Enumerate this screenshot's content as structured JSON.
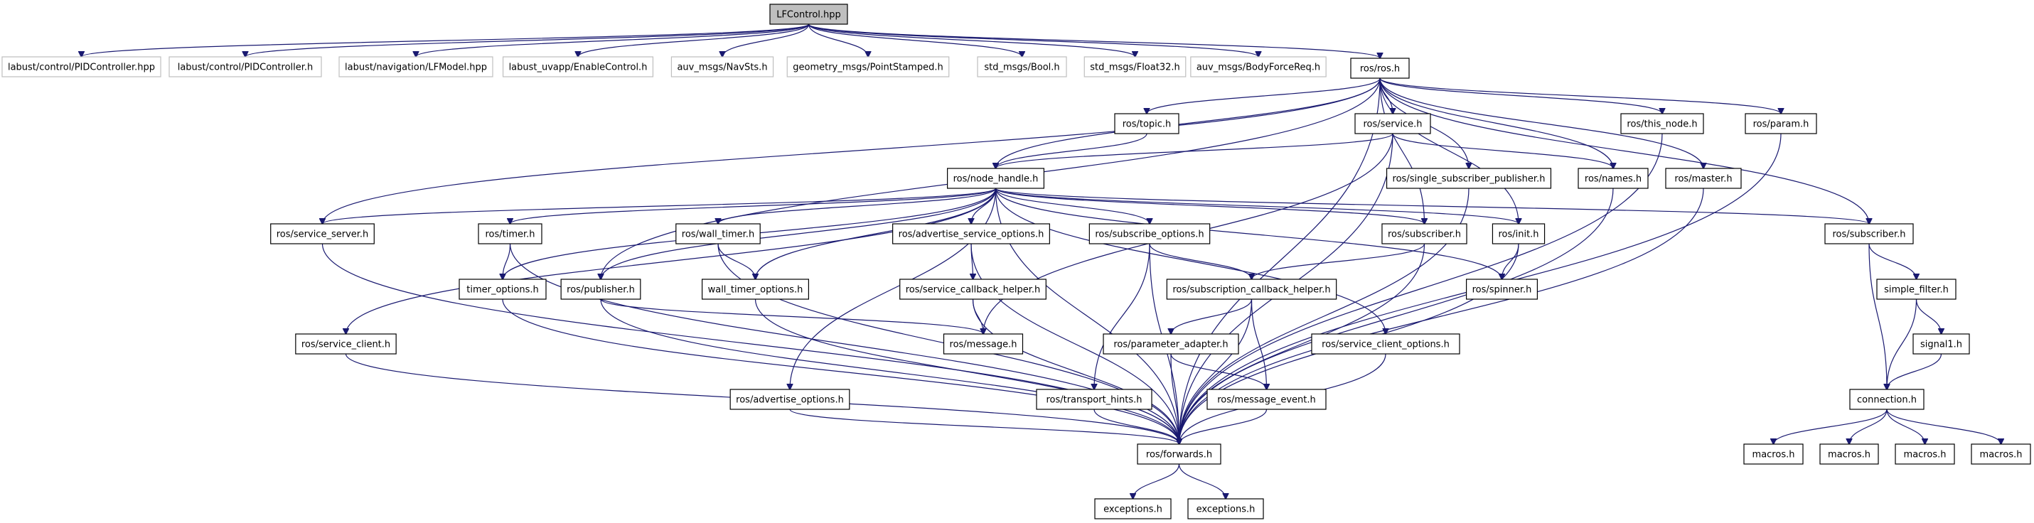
{
  "title": "LFControl.hpp include dependency graph",
  "colors": {
    "edge": "#191970",
    "root_fill": "#bfbfbf",
    "external_border": "#bfbfbf",
    "node_border": "#000000"
  },
  "nodes": [
    {
      "id": "lfcontrol",
      "label": "LFControl.hpp",
      "kind": "root"
    },
    {
      "id": "pidhpp",
      "label": "labust/control/PIDController.hpp",
      "kind": "ext"
    },
    {
      "id": "pidh",
      "label": "labust/control/PIDController.h",
      "kind": "ext"
    },
    {
      "id": "lfmodel",
      "label": "labust/navigation/LFModel.hpp",
      "kind": "ext"
    },
    {
      "id": "enablecontrol",
      "label": "labust_uvapp/EnableControl.h",
      "kind": "ext"
    },
    {
      "id": "navsts",
      "label": "auv_msgs/NavSts.h",
      "kind": "ext"
    },
    {
      "id": "pointstamped",
      "label": "geometry_msgs/PointStamped.h",
      "kind": "ext"
    },
    {
      "id": "bool",
      "label": "std_msgs/Bool.h",
      "kind": "ext"
    },
    {
      "id": "float32",
      "label": "std_msgs/Float32.h",
      "kind": "ext"
    },
    {
      "id": "bodyforcereq",
      "label": "auv_msgs/BodyForceReq.h",
      "kind": "ext"
    },
    {
      "id": "ros",
      "label": "ros/ros.h",
      "kind": "node"
    },
    {
      "id": "topic",
      "label": "ros/topic.h",
      "kind": "node"
    },
    {
      "id": "service",
      "label": "ros/service.h",
      "kind": "node"
    },
    {
      "id": "this_node",
      "label": "ros/this_node.h",
      "kind": "node"
    },
    {
      "id": "param",
      "label": "ros/param.h",
      "kind": "node"
    },
    {
      "id": "node_handle",
      "label": "ros/node_handle.h",
      "kind": "node"
    },
    {
      "id": "single_sub_pub",
      "label": "ros/single_subscriber_publisher.h",
      "kind": "node"
    },
    {
      "id": "names",
      "label": "ros/names.h",
      "kind": "node"
    },
    {
      "id": "master",
      "label": "ros/master.h",
      "kind": "node"
    },
    {
      "id": "service_server",
      "label": "ros/service_server.h",
      "kind": "node"
    },
    {
      "id": "timer",
      "label": "ros/timer.h",
      "kind": "node"
    },
    {
      "id": "wall_timer",
      "label": "ros/wall_timer.h",
      "kind": "node"
    },
    {
      "id": "adv_srv_opts",
      "label": "ros/advertise_service_options.h",
      "kind": "node"
    },
    {
      "id": "sub_opts",
      "label": "ros/subscribe_options.h",
      "kind": "node"
    },
    {
      "id": "ros_subscriber",
      "label": "ros/subscriber.h",
      "kind": "node"
    },
    {
      "id": "init",
      "label": "ros/init.h",
      "kind": "node"
    },
    {
      "id": "mf_subscriber",
      "label": "ros/subscriber.h",
      "kind": "node"
    },
    {
      "id": "timer_options",
      "label": "timer_options.h",
      "kind": "node"
    },
    {
      "id": "publisher",
      "label": "ros/publisher.h",
      "kind": "node"
    },
    {
      "id": "wall_timer_options",
      "label": "wall_timer_options.h",
      "kind": "node"
    },
    {
      "id": "srv_cb_helper",
      "label": "ros/service_callback_helper.h",
      "kind": "node"
    },
    {
      "id": "sub_cb_helper",
      "label": "ros/subscription_callback_helper.h",
      "kind": "node"
    },
    {
      "id": "spinner",
      "label": "ros/spinner.h",
      "kind": "node"
    },
    {
      "id": "simple_filter",
      "label": "simple_filter.h",
      "kind": "node"
    },
    {
      "id": "service_client",
      "label": "ros/service_client.h",
      "kind": "node"
    },
    {
      "id": "message",
      "label": "ros/message.h",
      "kind": "node"
    },
    {
      "id": "param_adapter",
      "label": "ros/parameter_adapter.h",
      "kind": "node"
    },
    {
      "id": "srv_client_opts",
      "label": "ros/service_client_options.h",
      "kind": "node"
    },
    {
      "id": "signal1",
      "label": "signal1.h",
      "kind": "node"
    },
    {
      "id": "adv_opts",
      "label": "ros/advertise_options.h",
      "kind": "node"
    },
    {
      "id": "transport_hints",
      "label": "ros/transport_hints.h",
      "kind": "node"
    },
    {
      "id": "message_event",
      "label": "ros/message_event.h",
      "kind": "node"
    },
    {
      "id": "connection",
      "label": "connection.h",
      "kind": "node"
    },
    {
      "id": "forwards",
      "label": "ros/forwards.h",
      "kind": "node"
    },
    {
      "id": "macros1",
      "label": "macros.h",
      "kind": "node"
    },
    {
      "id": "macros2",
      "label": "macros.h",
      "kind": "node"
    },
    {
      "id": "macros3",
      "label": "macros.h",
      "kind": "node"
    },
    {
      "id": "macros4",
      "label": "macros.h",
      "kind": "node"
    },
    {
      "id": "exceptions1",
      "label": "exceptions.h",
      "kind": "node"
    },
    {
      "id": "exceptions2",
      "label": "exceptions.h",
      "kind": "node"
    }
  ],
  "edges": [
    [
      "lfcontrol",
      "pidhpp"
    ],
    [
      "lfcontrol",
      "pidh"
    ],
    [
      "lfcontrol",
      "lfmodel"
    ],
    [
      "lfcontrol",
      "enablecontrol"
    ],
    [
      "lfcontrol",
      "navsts"
    ],
    [
      "lfcontrol",
      "pointstamped"
    ],
    [
      "lfcontrol",
      "bool"
    ],
    [
      "lfcontrol",
      "float32"
    ],
    [
      "lfcontrol",
      "bodyforcereq"
    ],
    [
      "lfcontrol",
      "ros"
    ],
    [
      "ros",
      "topic"
    ],
    [
      "ros",
      "service"
    ],
    [
      "ros",
      "this_node"
    ],
    [
      "ros",
      "param"
    ],
    [
      "ros",
      "node_handle"
    ],
    [
      "ros",
      "single_sub_pub"
    ],
    [
      "ros",
      "names"
    ],
    [
      "ros",
      "master"
    ],
    [
      "ros",
      "service_server"
    ],
    [
      "ros",
      "publisher"
    ],
    [
      "ros",
      "ros_subscriber"
    ],
    [
      "ros",
      "init"
    ],
    [
      "ros",
      "mf_subscriber"
    ],
    [
      "ros",
      "forwards"
    ],
    [
      "topic",
      "node_handle"
    ],
    [
      "service",
      "node_handle"
    ],
    [
      "service",
      "names"
    ],
    [
      "service",
      "message"
    ],
    [
      "service",
      "forwards"
    ],
    [
      "this_node",
      "forwards"
    ],
    [
      "param",
      "forwards"
    ],
    [
      "single_sub_pub",
      "forwards"
    ],
    [
      "names",
      "forwards"
    ],
    [
      "master",
      "forwards"
    ],
    [
      "node_handle",
      "service_server"
    ],
    [
      "node_handle",
      "timer"
    ],
    [
      "node_handle",
      "wall_timer"
    ],
    [
      "node_handle",
      "adv_srv_opts"
    ],
    [
      "node_handle",
      "sub_opts"
    ],
    [
      "node_handle",
      "ros_subscriber"
    ],
    [
      "node_handle",
      "init"
    ],
    [
      "node_handle",
      "mf_subscriber"
    ],
    [
      "node_handle",
      "timer_options"
    ],
    [
      "node_handle",
      "publisher"
    ],
    [
      "node_handle",
      "wall_timer_options"
    ],
    [
      "node_handle",
      "service_client"
    ],
    [
      "node_handle",
      "adv_opts"
    ],
    [
      "node_handle",
      "srv_client_opts"
    ],
    [
      "node_handle",
      "spinner"
    ],
    [
      "node_handle",
      "forwards"
    ],
    [
      "service_server",
      "forwards"
    ],
    [
      "timer",
      "timer_options"
    ],
    [
      "timer",
      "forwards"
    ],
    [
      "wall_timer",
      "wall_timer_options"
    ],
    [
      "wall_timer",
      "forwards"
    ],
    [
      "adv_srv_opts",
      "srv_cb_helper"
    ],
    [
      "adv_srv_opts",
      "forwards"
    ],
    [
      "sub_opts",
      "sub_cb_helper"
    ],
    [
      "sub_opts",
      "transport_hints"
    ],
    [
      "sub_opts",
      "forwards"
    ],
    [
      "ros_subscriber",
      "sub_cb_helper"
    ],
    [
      "ros_subscriber",
      "forwards"
    ],
    [
      "init",
      "spinner"
    ],
    [
      "init",
      "forwards"
    ],
    [
      "mf_subscriber",
      "simple_filter"
    ],
    [
      "mf_subscriber",
      "connection"
    ],
    [
      "timer_options",
      "forwards"
    ],
    [
      "publisher",
      "message"
    ],
    [
      "publisher",
      "forwards"
    ],
    [
      "wall_timer_options",
      "forwards"
    ],
    [
      "srv_cb_helper",
      "message"
    ],
    [
      "srv_cb_helper",
      "forwards"
    ],
    [
      "sub_cb_helper",
      "param_adapter"
    ],
    [
      "sub_cb_helper",
      "message_event"
    ],
    [
      "sub_cb_helper",
      "forwards"
    ],
    [
      "simple_filter",
      "signal1"
    ],
    [
      "simple_filter",
      "connection"
    ],
    [
      "service_client",
      "forwards"
    ],
    [
      "param_adapter",
      "message_event"
    ],
    [
      "param_adapter",
      "forwards"
    ],
    [
      "srv_client_opts",
      "forwards"
    ],
    [
      "signal1",
      "connection"
    ],
    [
      "adv_opts",
      "forwards"
    ],
    [
      "transport_hints",
      "forwards"
    ],
    [
      "message_event",
      "forwards"
    ],
    [
      "connection",
      "macros1"
    ],
    [
      "connection",
      "macros2"
    ],
    [
      "connection",
      "macros3"
    ],
    [
      "connection",
      "macros4"
    ],
    [
      "forwards",
      "exceptions1"
    ],
    [
      "forwards",
      "exceptions2"
    ]
  ]
}
